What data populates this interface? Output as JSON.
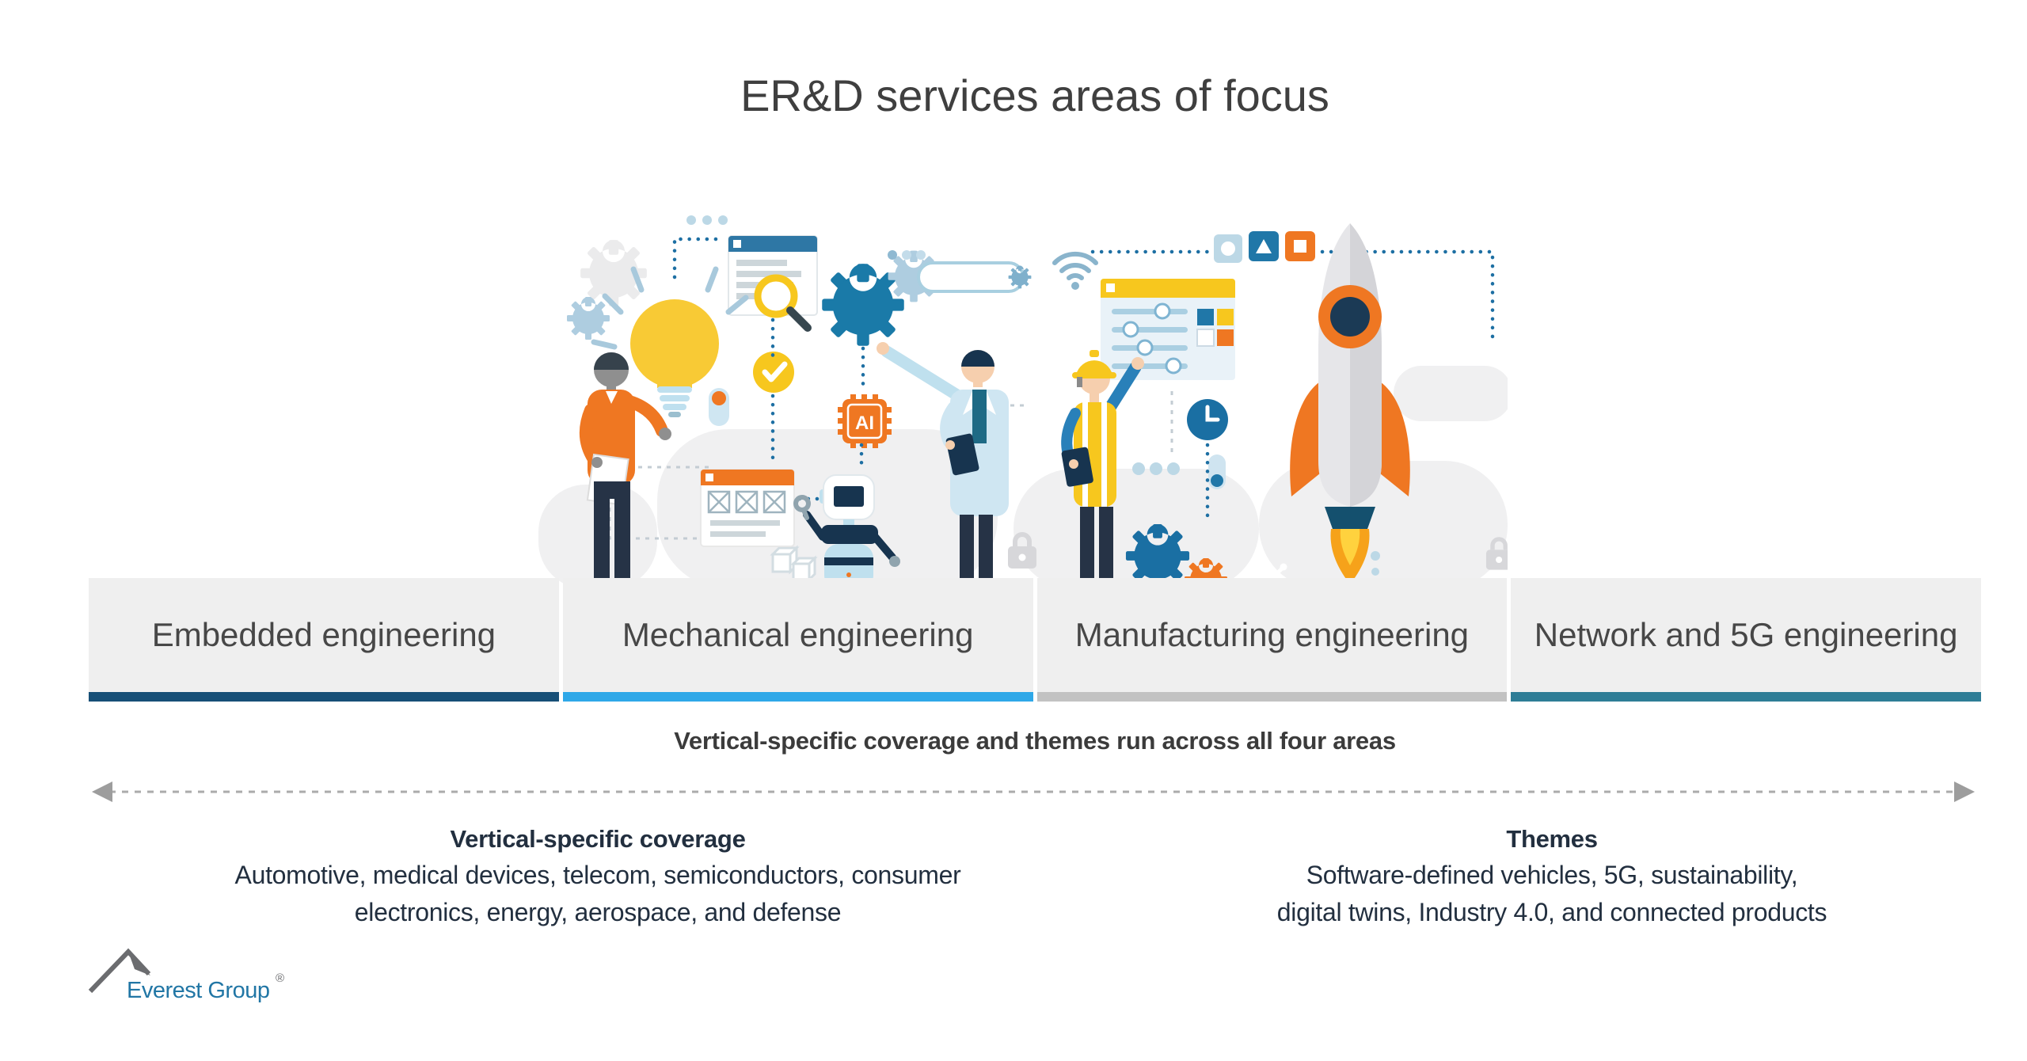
{
  "title": "ER&D services areas of focus",
  "tabs": [
    {
      "label": "Embedded engineering",
      "underline_color": "#174f77"
    },
    {
      "label": "Mechanical engineering",
      "underline_color": "#2fa8e8"
    },
    {
      "label": "Manufacturing engineering",
      "underline_color": "#c2c2c2"
    },
    {
      "label": "Network and 5G engineering",
      "underline_color": "#2e7d96"
    }
  ],
  "banner": "Vertical-specific coverage and themes run across all four areas",
  "columns": {
    "left": {
      "heading": "Vertical-specific coverage",
      "lines": [
        "Automotive, medical devices, telecom, semiconductors, consumer",
        "electronics, energy, aerospace, and defense"
      ]
    },
    "right": {
      "heading": "Themes",
      "lines": [
        "Software-defined vehicles, 5G, sustainability,",
        "digital twins, Industry 4.0, and connected products"
      ]
    }
  },
  "logo": {
    "name": "Everest Group",
    "registered": "®"
  },
  "illustration": {
    "ai_chip_label": "AI"
  },
  "colors": {
    "accent_orange": "#ef7722",
    "accent_blue": "#1a7aa8",
    "accent_yellow": "#f7c71e",
    "arrow_gray": "#ababab",
    "tab_background": "#efefef"
  }
}
